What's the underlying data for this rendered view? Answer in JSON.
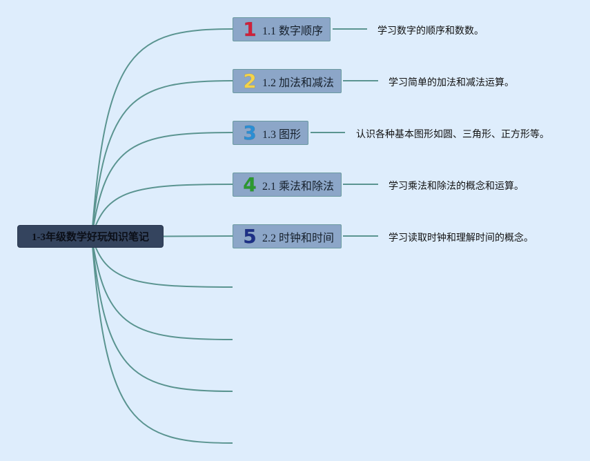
{
  "root": {
    "label": "1-3年级数学好玩知识笔记"
  },
  "topics": [
    {
      "num": "1",
      "label": "1.1 数字顺序",
      "note": "学习数字的顺序和数数。",
      "num_color": "#d0213a"
    },
    {
      "num": "2",
      "label": "1.2 加法和减法",
      "note": "学习简单的加法和减法运算。",
      "num_color": "#f4d34a"
    },
    {
      "num": "3",
      "label": "1.3 图形",
      "note": "认识各种基本图形如圆、三角形、正方形等。",
      "num_color": "#2b8fd4"
    },
    {
      "num": "4",
      "label": "2.1 乘法和除法",
      "note": "学习乘法和除法的概念和运算。",
      "num_color": "#2c9a2e"
    },
    {
      "num": "5",
      "label": "2.2 时钟和时间",
      "note": "学习读取时钟和理解时间的概念。",
      "num_color": "#1c2f86"
    }
  ],
  "colors": {
    "link": "#5a9490",
    "background": "#deedfc"
  }
}
